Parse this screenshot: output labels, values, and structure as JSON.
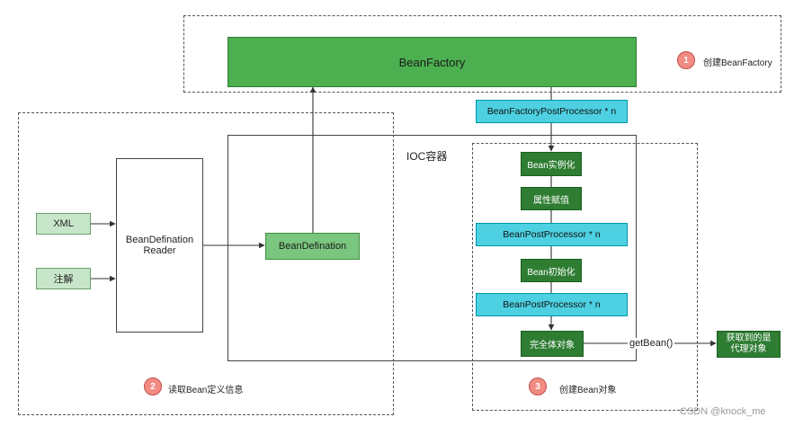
{
  "nodes": {
    "bean_factory": "BeanFactory",
    "bfpp": "BeanFactoryPostProcessor * n",
    "ioc_container": "IOC容器",
    "xml": "XML",
    "annotation": "注解",
    "reader_line1": "BeanDefination",
    "reader_line2": "Reader",
    "bean_definition": "BeanDefination",
    "instantiate": "Bean实例化",
    "assign": "属性赋值",
    "bpp1": "BeanPostProcessor * n",
    "init": "Bean初始化",
    "bpp2": "BeanPostProcessor * n",
    "complete": "完全体对象",
    "proxy_line1": "获取到的是",
    "proxy_line2": "代理对象"
  },
  "edges": {
    "get_bean": "getBean()"
  },
  "steps": [
    {
      "number": "1",
      "label": "创建BeanFactory"
    },
    {
      "number": "2",
      "label": "读取Bean定义信息"
    },
    {
      "number": "3",
      "label": "创建Bean对象"
    }
  ],
  "watermark": "CSDN @knock_me",
  "colors": {
    "bean_factory": "#4caf50",
    "step_green": "#2e7d32",
    "processor_cyan": "#4dd0e1",
    "input_green": "#c8e6c9",
    "step_badge": "#f28b82"
  }
}
